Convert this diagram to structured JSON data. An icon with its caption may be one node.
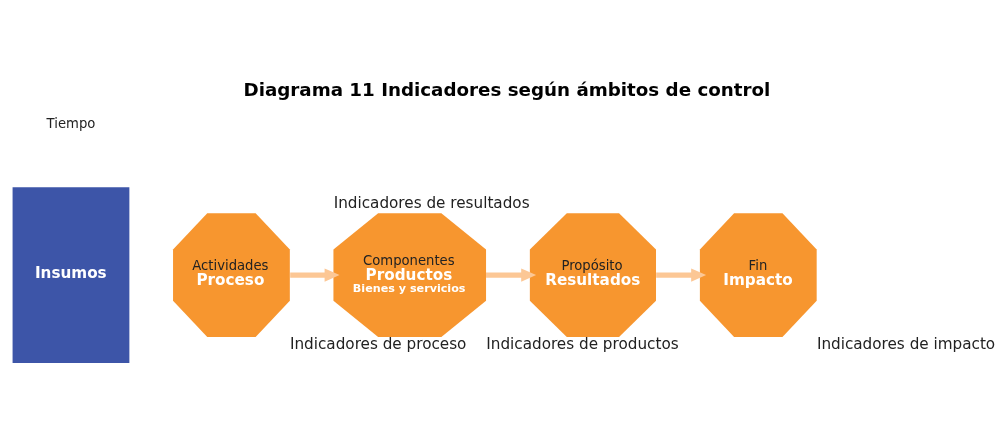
{
  "diagram": {
    "title": "Diagrama 11 Indicadores según ámbitos de control",
    "nodes": [
      {
        "text": [
          "Insumos"
        ]
      },
      {
        "text": [
          "Actividades",
          "Proceso"
        ],
        "beside": [
          "Indicadores de proceso"
        ]
      },
      {
        "text": [
          "Componentes",
          "Productos",
          "Bienes y servicios"
        ],
        "beside": [
          "Indicadores de productos"
        ]
      },
      {
        "text": [
          "Propósito",
          "Resultados"
        ],
        "beside": [
          "Indicadores de resultados"
        ]
      },
      {
        "text": [
          "Fin",
          "Impacto"
        ],
        "beside": [
          "Indicadores de impacto"
        ]
      }
    ],
    "edges": [
      {
        "from": 1,
        "to": 2,
        "arrow": "to"
      },
      {
        "from": 2,
        "to": 3,
        "arrow": "to"
      },
      {
        "from": 3,
        "to": 4,
        "arrow": "to"
      }
    ],
    "labels": [
      "Tiempo"
    ]
  }
}
